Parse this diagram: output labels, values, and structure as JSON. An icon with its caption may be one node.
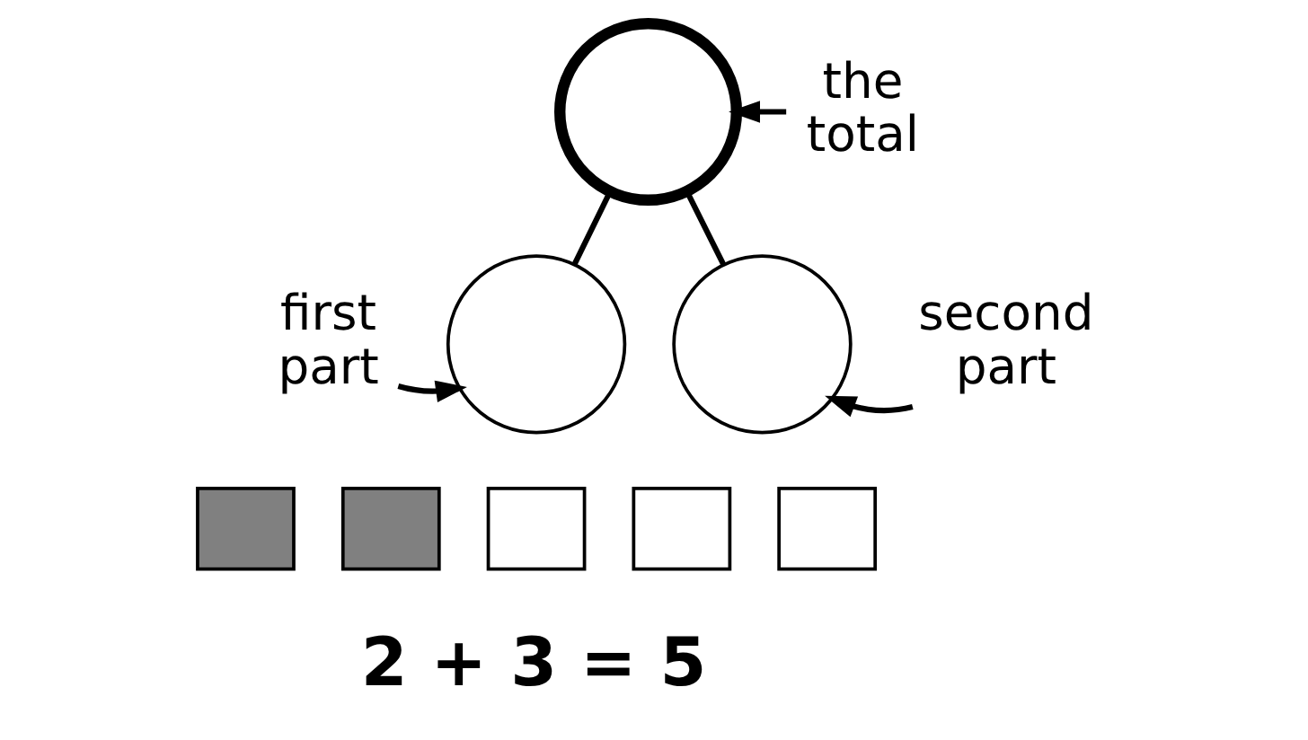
{
  "diagram": {
    "nodes": [
      {
        "text": [],
        "shape": "circle"
      },
      {
        "text": [
          "the total"
        ]
      },
      {
        "text": [
          "first part"
        ]
      },
      {
        "text": [],
        "shape": "circle"
      },
      {
        "text": [],
        "shape": "circle"
      },
      {
        "text": [
          "second part"
        ]
      },
      {
        "text": [],
        "shape": "box"
      },
      {
        "text": [],
        "shape": "box"
      },
      {
        "text": [],
        "shape": "box"
      },
      {
        "text": [],
        "shape": "box"
      },
      {
        "text": [],
        "shape": "box"
      }
    ],
    "edges": [
      {
        "from": 1,
        "to": 0,
        "arrow": "to"
      },
      {
        "from": 0,
        "to": 3,
        "arrow": "none"
      },
      {
        "from": 0,
        "to": 4,
        "arrow": "none"
      },
      {
        "from": 2,
        "to": 3,
        "arrow": "to"
      },
      {
        "from": 5,
        "to": 4,
        "arrow": "to"
      }
    ],
    "labels": [
      "2 + 3 = 5"
    ]
  }
}
